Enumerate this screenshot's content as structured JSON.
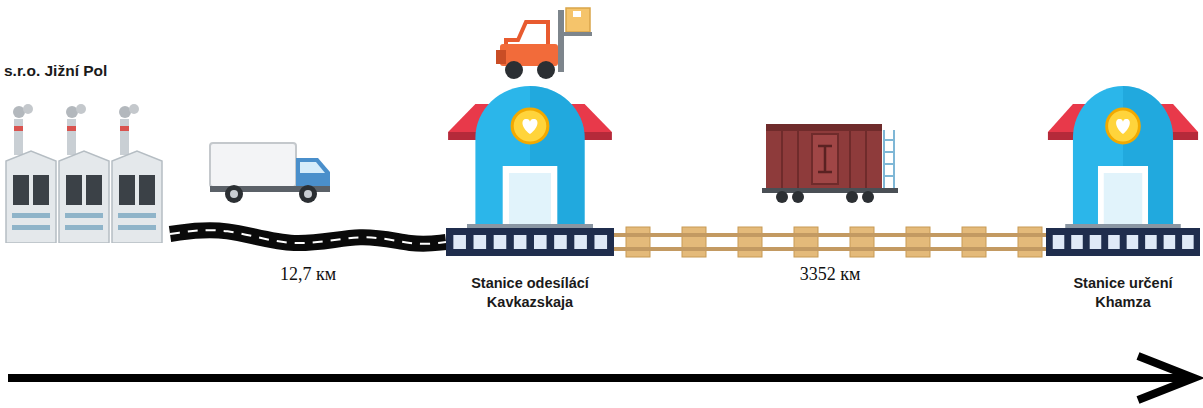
{
  "diagram": {
    "nodes": [
      {
        "text": [
          "s.r.o. Jižní Pol"
        ]
      },
      {
        "text": [
          "Stanice odesílácí Kavkazskaja"
        ]
      },
      {
        "text": [
          "Stanice určení Khamza"
        ]
      }
    ],
    "edges": [
      {
        "from": 0,
        "to": 1,
        "label": "12,7 км",
        "arrow": "none"
      },
      {
        "from": 1,
        "to": 2,
        "label": "3352 км",
        "arrow": "none"
      }
    ]
  }
}
